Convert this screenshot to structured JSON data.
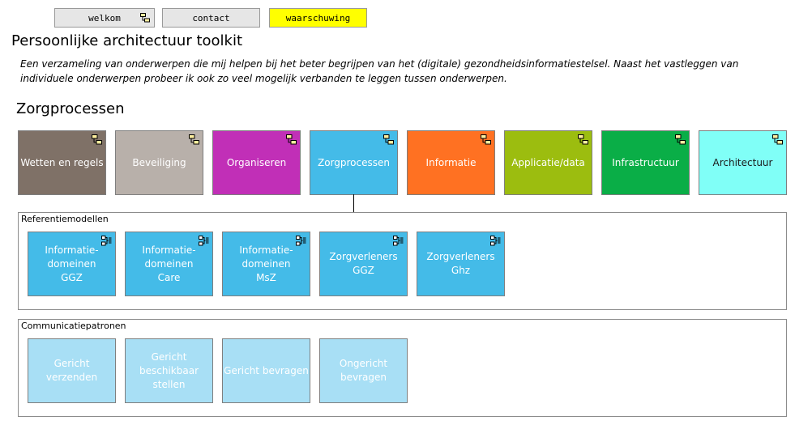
{
  "tabs": [
    {
      "label": "welkom",
      "bg": "#e6e6e6",
      "has_icon": true
    },
    {
      "label": "contact",
      "bg": "#e6e6e6",
      "has_icon": false
    },
    {
      "label": "waarschuwing",
      "bg": "#ffff00",
      "has_icon": false
    }
  ],
  "page": {
    "title": "Persoonlijke architectuur toolkit",
    "intro": "Een verzameling van onderwerpen die mij helpen bij het beter begrijpen van het (digitale) gezondheidsinformatiestelsel. Naast het vastleggen van individuele onderwerpen probeer ik ook zo veel mogelijk verbanden te leggen tussen onderwerpen.",
    "section_title": "Zorgprocessen"
  },
  "domains": [
    {
      "label": "Wetten en regels",
      "bg": "#7f7167",
      "fg": "#ffffff",
      "icon": "model-icon"
    },
    {
      "label": "Beveiliging",
      "bg": "#b8b0aa",
      "fg": "#ffffff",
      "icon": "model-icon"
    },
    {
      "label": "Organiseren",
      "bg": "#c12fb7",
      "fg": "#ffffff",
      "icon": "model-icon"
    },
    {
      "label": "Zorgprocessen",
      "bg": "#44bbe8",
      "fg": "#ffffff",
      "icon": "model-icon"
    },
    {
      "label": "Informatie",
      "bg": "#ff7122",
      "fg": "#ffffff",
      "icon": "model-icon"
    },
    {
      "label": "Applicatie/data",
      "bg": "#9cbd0f",
      "fg": "#ffffff",
      "icon": "model-icon"
    },
    {
      "label": "Infrastructuur",
      "bg": "#0aae47",
      "fg": "#ffffff",
      "icon": "model-icon"
    },
    {
      "label": "Architectuur",
      "bg": "#80fff7",
      "fg": "#1a1a1a",
      "icon": "model-icon"
    }
  ],
  "referentiemodellen": {
    "title": "Referentiemodellen",
    "items": [
      {
        "label": "Informatie-\ndomeinen\nGGZ"
      },
      {
        "label": "Informatie-\ndomeinen\nCare"
      },
      {
        "label": "Informatie-\ndomeinen\nMsZ"
      },
      {
        "label": "Zorgverleners\nGGZ"
      },
      {
        "label": "Zorgverleners\nGhz"
      }
    ],
    "bg": "#44bbe8",
    "icon": "view-icon"
  },
  "communicatiepatronen": {
    "title": "Communicatiepatronen",
    "items": [
      {
        "label": "Gericht\nverzenden"
      },
      {
        "label": "Gericht\nbeschikbaar\nstellen"
      },
      {
        "label": "Gericht bevragen"
      },
      {
        "label": "Ongericht\nbevragen"
      }
    ],
    "bg": "#a8dff5"
  }
}
